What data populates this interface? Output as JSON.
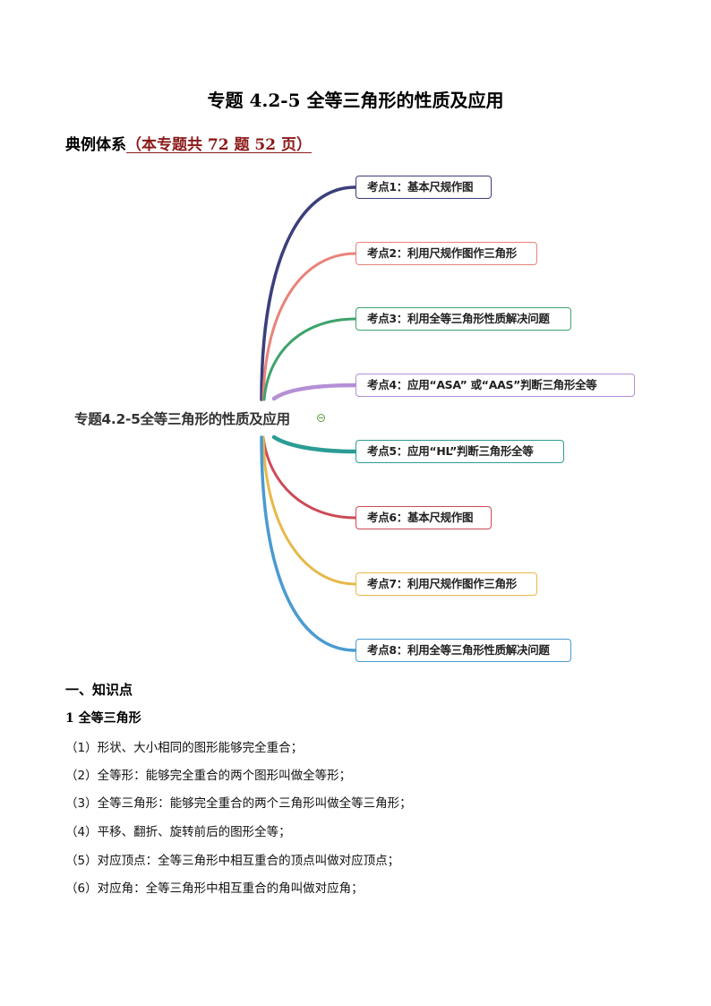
{
  "document": {
    "title": "专题 4.2-5 全等三角形的性质及应用",
    "section_heading": "典例体系",
    "section_note": "（本专题共 72 题 52 页）"
  },
  "mindmap": {
    "root": "专题4.2-5全等三角形的性质及应用",
    "collapse_icon": "minus-circle-icon",
    "nodes": [
      {
        "label": "考点1：基本尺规作图",
        "color": "#3b3f7a"
      },
      {
        "label": "考点2：利用尺规作图作三角形",
        "color": "#e8837a"
      },
      {
        "label": "考点3：利用全等三角形性质解决问题",
        "color": "#3fa36b"
      },
      {
        "label": "考点4：应用“ASA” 或“AAS”判断三角形全等",
        "color": "#b48fd6"
      },
      {
        "label": "考点5：应用“HL”判断三角形全等",
        "color": "#2b9c94"
      },
      {
        "label": "考点6：基本尺规作图",
        "color": "#cc4a55"
      },
      {
        "label": "考点7：利用尺规作图作三角形",
        "color": "#e6b94a"
      },
      {
        "label": "考点8：利用全等三角形性质解决问题",
        "color": "#4a9bd1"
      }
    ]
  },
  "knowledge": {
    "title": "一、知识点",
    "subtitle": "1 全等三角形",
    "items": [
      "（1）形状、大小相同的图形能够完全重合；",
      "（2）全等形：能够完全重合的两个图形叫做全等形；",
      "（3）全等三角形：能够完全重合的两个三角形叫做全等三角形；",
      "（4）平移、翻折、旋转前后的图形全等；",
      "（5）对应顶点：全等三角形中相互重合的顶点叫做对应顶点；",
      "（6）对应角：全等三角形中相互重合的角叫做对应角；"
    ]
  }
}
